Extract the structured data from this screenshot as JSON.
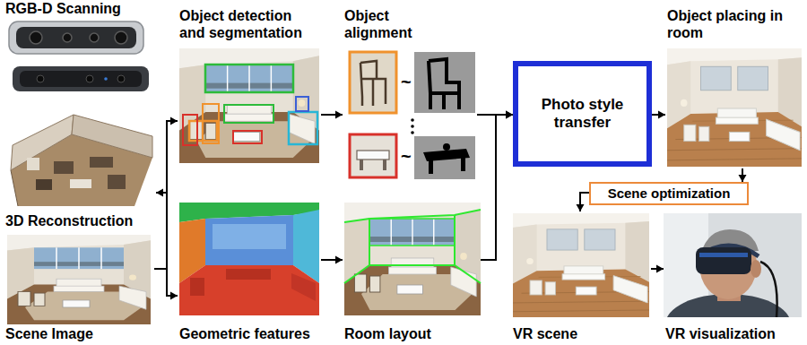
{
  "diagram": {
    "nodes": [
      {
        "text": [
          "RGB-D Scanning"
        ]
      },
      {
        "text": [
          "3D Reconstruction"
        ]
      },
      {
        "text": [
          "Scene Image"
        ]
      },
      {
        "text": [
          "Object detection and segmentation"
        ]
      },
      {
        "text": [
          "Geometric features"
        ]
      },
      {
        "text": [
          "Object alignment"
        ]
      },
      {
        "text": [
          "Room layout"
        ]
      },
      {
        "text": [
          "Photo style transfer"
        ]
      },
      {
        "text": [
          "Object placing in room"
        ]
      },
      {
        "text": [
          "Scene optimization"
        ]
      },
      {
        "text": [
          "VR scene"
        ]
      },
      {
        "text": [
          "VR visualization"
        ]
      }
    ],
    "edges": [
      {
        "from": 2,
        "to": 3,
        "arrow": "to"
      },
      {
        "from": 2,
        "to": 1,
        "arrow": "to"
      },
      {
        "from": 2,
        "to": 4,
        "arrow": "to"
      },
      {
        "from": 3,
        "to": 5,
        "arrow": "to"
      },
      {
        "from": 4,
        "to": 6,
        "arrow": "to"
      },
      {
        "from": 5,
        "to": 7,
        "arrow": "to"
      },
      {
        "from": 6,
        "to": 7,
        "arrow": "to"
      },
      {
        "from": 7,
        "to": 8,
        "arrow": "to"
      },
      {
        "from": 8,
        "to": 9,
        "arrow": "to"
      },
      {
        "from": 9,
        "to": 10,
        "arrow": "to"
      },
      {
        "from": 10,
        "to": 11,
        "arrow": "to"
      }
    ],
    "labels": [
      "~",
      "~"
    ]
  }
}
